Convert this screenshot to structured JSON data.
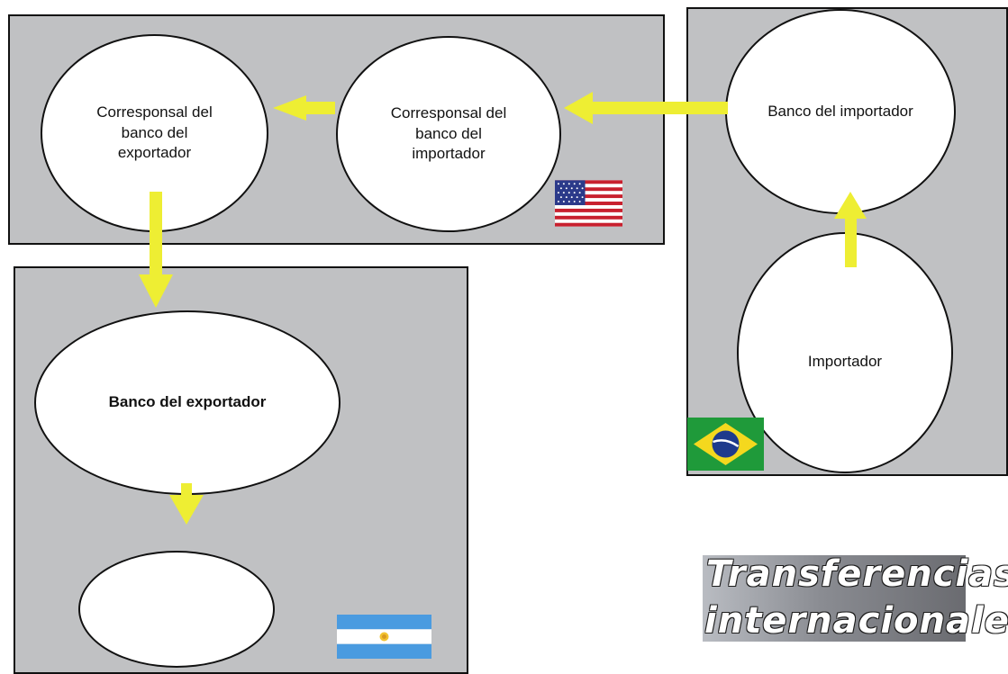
{
  "nodes": {
    "correspondent_exporter_bank": [
      "Corresponsal del",
      "banco del",
      "exportador"
    ],
    "correspondent_importer_bank": [
      "Corresponsal del",
      "banco del",
      "importador"
    ],
    "importer_bank": "Banco del importador",
    "importer": "Importador",
    "exporter_bank": "Banco del exportador",
    "exporter": ""
  },
  "flags": {
    "usa": "usa-flag-icon",
    "brazil": "brazil-flag-icon",
    "argentina": "argentina-flag-icon"
  },
  "title": {
    "line1": "Transferencias",
    "line2": "internacionales"
  },
  "colors": {
    "panel": "#c0c1c3",
    "arrow": "#eeee33",
    "border": "#111111"
  }
}
